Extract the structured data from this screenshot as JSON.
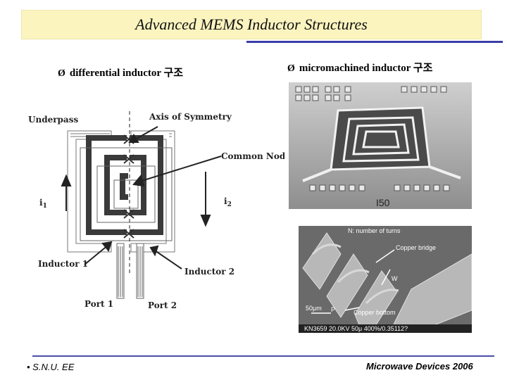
{
  "title": "Advanced MEMS Inductor Structures",
  "bullets": {
    "left": "differential inductor 구조",
    "right": "micromachined inductor 구조",
    "marker": "Ø"
  },
  "diagram": {
    "underpass": "Underpass",
    "axis": "Axis of Symmetry",
    "common_node": "Common Node",
    "i1": "i",
    "i1_sub": "1",
    "i2": "i",
    "i2_sub": "2",
    "inductor1": "Inductor 1",
    "inductor2": "Inductor 2",
    "port1": "Port 1",
    "port2": "Port 2"
  },
  "photo_bottom": {
    "turns": "N: number of turns",
    "copper_bridge": "Copper bridge",
    "w": "W",
    "p": "P",
    "scale": "50μm",
    "copper_bottom": "Copper bottom",
    "sem_info": "KN3659 20.0KV 50μ 400%/0.35112?"
  },
  "photo_top": {
    "label": "I50"
  },
  "footer": {
    "left": "• S.N.U. EE",
    "right": "Microwave Devices 2006"
  },
  "colors": {
    "title_bg": "#fbf4bf",
    "rule": "#3a3ea8"
  }
}
